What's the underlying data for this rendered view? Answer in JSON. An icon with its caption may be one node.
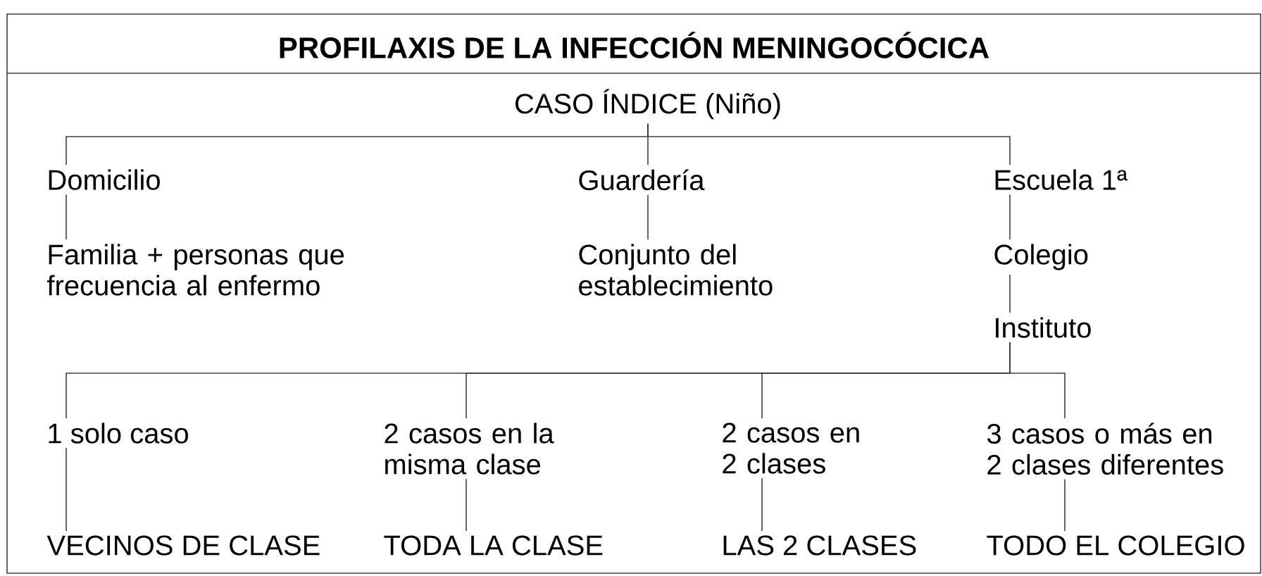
{
  "diagram": {
    "title": "PROFILAXIS DE LA INFECCIÓN MENINGOCÓCICA",
    "nodes": [
      {
        "text": [
          "CASO ÍNDICE (Niño)"
        ]
      },
      {
        "text": [
          "Domicilio"
        ]
      },
      {
        "text": [
          "Guardería"
        ]
      },
      {
        "text": [
          "Escuela 1ª"
        ]
      },
      {
        "text": [
          "Familia + personas que frecuencia al enfermo"
        ]
      },
      {
        "text": [
          "Conjunto del establecimiento"
        ]
      },
      {
        "text": [
          "Colegio"
        ]
      },
      {
        "text": [
          "Instituto"
        ]
      },
      {
        "text": [
          "1 solo caso"
        ]
      },
      {
        "text": [
          "2 casos en la misma clase"
        ]
      },
      {
        "text": [
          "2 casos en 2 clases"
        ]
      },
      {
        "text": [
          "3 casos o más en 2 clases diferentes"
        ]
      },
      {
        "text": [
          "VECINOS DE CLASE"
        ]
      },
      {
        "text": [
          "TODA LA CLASE"
        ]
      },
      {
        "text": [
          "LAS 2 CLASES"
        ]
      },
      {
        "text": [
          "TODO EL COLEGIO"
        ]
      }
    ],
    "edges": [
      {
        "from": 0,
        "to": 1,
        "arrow": "none"
      },
      {
        "from": 0,
        "to": 2,
        "arrow": "none"
      },
      {
        "from": 0,
        "to": 3,
        "arrow": "none"
      },
      {
        "from": 1,
        "to": 4,
        "arrow": "none"
      },
      {
        "from": 2,
        "to": 5,
        "arrow": "none"
      },
      {
        "from": 3,
        "to": 6,
        "arrow": "none"
      },
      {
        "from": 6,
        "to": 7,
        "arrow": "none"
      },
      {
        "from": 7,
        "to": 8,
        "arrow": "none"
      },
      {
        "from": 7,
        "to": 9,
        "arrow": "none"
      },
      {
        "from": 7,
        "to": 10,
        "arrow": "none"
      },
      {
        "from": 7,
        "to": 11,
        "arrow": "none"
      },
      {
        "from": 8,
        "to": 12,
        "arrow": "none"
      },
      {
        "from": 9,
        "to": 13,
        "arrow": "none"
      },
      {
        "from": 10,
        "to": 14,
        "arrow": "none"
      },
      {
        "from": 11,
        "to": 15,
        "arrow": "none"
      }
    ]
  }
}
